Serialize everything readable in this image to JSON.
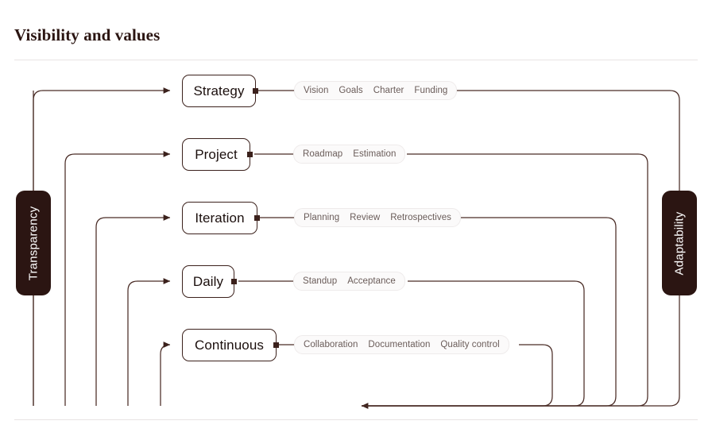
{
  "header": {
    "title": "Visibility and values"
  },
  "pillars": {
    "left": {
      "label": "Transparency",
      "color": "#2b1512"
    },
    "right": {
      "label": "Adaptability",
      "color": "#2b1512"
    }
  },
  "theme": {
    "line": "#4a2c26",
    "box_border": "#3b211c",
    "tag_bg": "#fbfafa",
    "tag_border": "#eeebeb",
    "tag_text": "#6a5c59",
    "divider": "#e8e4e4",
    "title_color": "#2b1512"
  },
  "rows": [
    {
      "stage": "Strategy",
      "tags": [
        "Vision",
        "Goals",
        "Charter",
        "Funding"
      ]
    },
    {
      "stage": "Project",
      "tags": [
        "Roadmap",
        "Estimation"
      ]
    },
    {
      "stage": "Iteration",
      "tags": [
        "Planning",
        "Review",
        "Retrospectives"
      ]
    },
    {
      "stage": "Daily",
      "tags": [
        "Standup",
        "Acceptance"
      ]
    },
    {
      "stage": "Continuous",
      "tags": [
        "Collaboration",
        "Documentation",
        "Quality control"
      ]
    }
  ]
}
